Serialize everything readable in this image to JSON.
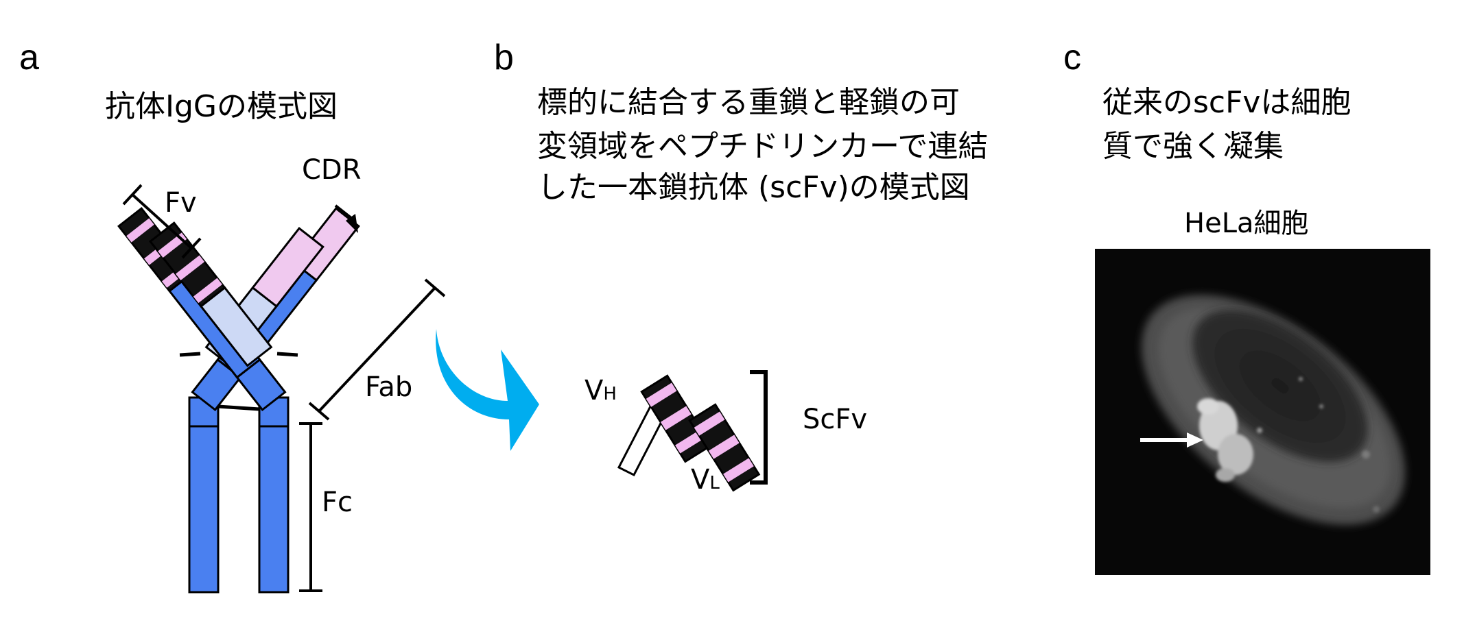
{
  "panels": {
    "a": {
      "letter": "a",
      "title": "抗体IgGの模式図",
      "labels": {
        "fv": "Fv",
        "cdr": "CDR",
        "fab": "Fab",
        "fc": "Fc"
      }
    },
    "b": {
      "letter": "b",
      "title_lines": [
        "標的に結合する重鎖と軽鎖の可",
        "変領域をペプチドリンカーで連結",
        "した一本鎖抗体 (scFv)の模式図"
      ],
      "labels": {
        "vh_main": "V",
        "vh_sub": "H",
        "vl_main": "V",
        "vl_sub": "L",
        "scfv": "ScFv"
      }
    },
    "c": {
      "letter": "c",
      "title_lines": [
        "従来のscFvは細胞",
        "質で強く凝集"
      ],
      "image_caption": "HeLa細胞"
    }
  },
  "colors": {
    "heavy_chain": "#4a80f0",
    "heavy_variable": "#cdd9f5",
    "light_chain": "#f0c9ef",
    "cdr_band": "#f2b8ef",
    "outline": "#000000",
    "arrow": "#00adef",
    "micrograph_bg": "#070707"
  }
}
